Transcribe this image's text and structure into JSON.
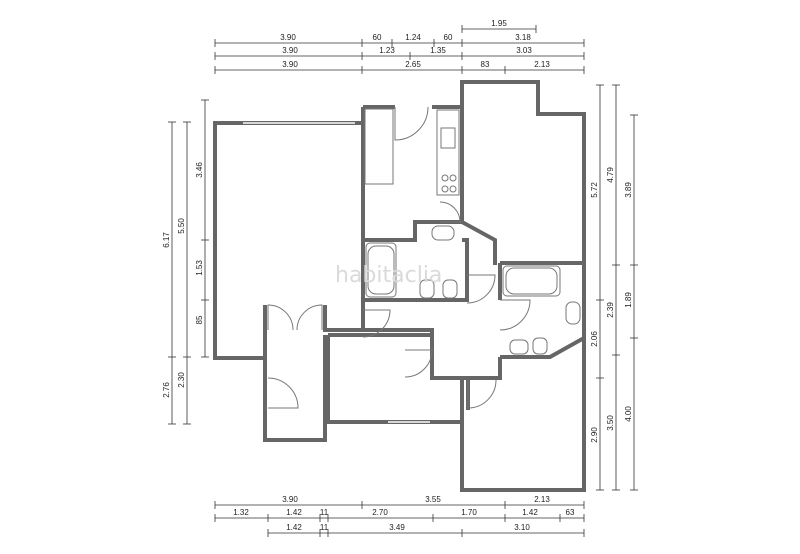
{
  "watermark": "habitaclia",
  "dimensions": {
    "top": [
      {
        "row": 1,
        "labels": [
          "1.95"
        ]
      },
      {
        "row": 2,
        "labels": [
          "3.90",
          "60",
          "1.24",
          "60",
          "3.18"
        ]
      },
      {
        "row": 3,
        "labels": [
          "3.90",
          "1.23",
          "1.35",
          "3.03"
        ]
      },
      {
        "row": 4,
        "labels": [
          "3.90",
          "2.65",
          "83",
          "2.13"
        ]
      }
    ],
    "bottom": [
      {
        "row": 1,
        "labels": [
          "3.90",
          "3.55",
          "2.13"
        ]
      },
      {
        "row": 2,
        "labels": [
          "1.32",
          "1.42",
          "11",
          "2.70",
          "1.70",
          "1.42",
          "63"
        ]
      },
      {
        "row": 3,
        "labels": [
          "1.42",
          "11",
          "3.49",
          "3.10"
        ]
      }
    ],
    "left": [
      {
        "col": 1,
        "labels": [
          "6.17",
          "2.76"
        ]
      },
      {
        "col": 2,
        "labels": [
          "5.50",
          "2.30"
        ]
      },
      {
        "col": 3,
        "labels": [
          "3.46",
          "1.53",
          "85"
        ]
      }
    ],
    "right": [
      {
        "col": 1,
        "labels": [
          "5.72",
          "2.06",
          "2.90"
        ]
      },
      {
        "col": 2,
        "labels": [
          "4.79",
          "2.39",
          "3.50"
        ]
      },
      {
        "col": 3,
        "labels": [
          "3.89",
          "1.89",
          "4.00"
        ]
      }
    ]
  },
  "colors": {
    "wall": "#666666",
    "dimension_line": "#333333",
    "watermark": "#dadada"
  }
}
